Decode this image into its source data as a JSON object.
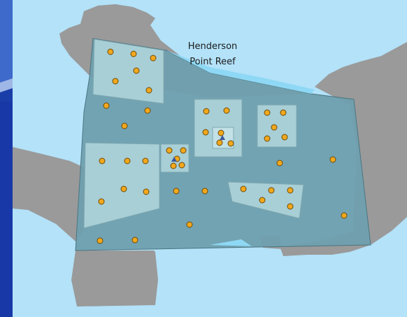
{
  "map": {
    "place_label_line1": "Henderson",
    "place_label_line2": "Point Reef",
    "colors": {
      "water": "#b3e2f9",
      "land": "#9a9a9a",
      "study_area": "#6f9fae",
      "sub_plot": "#a9cfd6",
      "point_fill": "#f2a81c",
      "point_stroke": "#6b4a0a",
      "sidebar_dark": "#1538a8",
      "sidebar_light": "#3f6fd0"
    },
    "icons": {
      "sample-point": "circle",
      "survey-marker": "triangle"
    }
  }
}
